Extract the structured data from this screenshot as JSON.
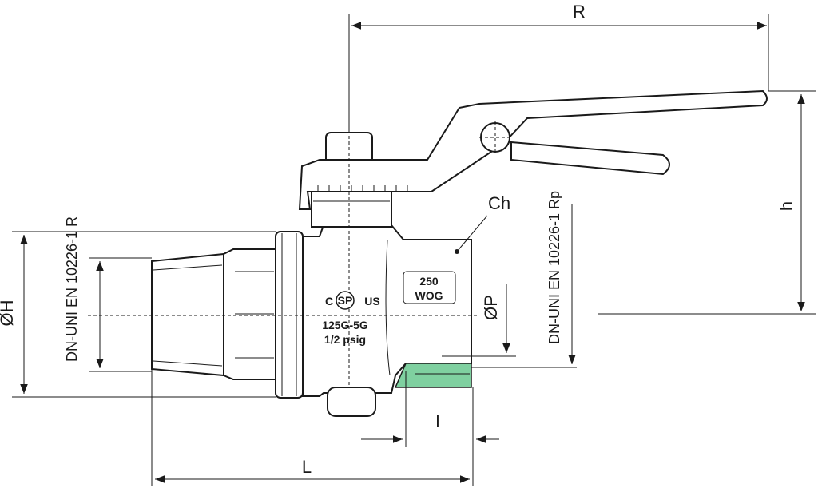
{
  "dimensions": {
    "R": "R",
    "h": "h",
    "L": "L",
    "l": "l",
    "H": "ØH",
    "P": "ØP",
    "Ch": "Ch"
  },
  "thread_standards": {
    "male": "DN-UNI EN 10226-1 R",
    "female": "DN-UNI EN 10226-1 Rp"
  },
  "body_markings": {
    "pressure_rating_line1": "250",
    "pressure_rating_line2": "WOG",
    "cert_left": "C",
    "cert_logo": "SP",
    "cert_right": "US",
    "gas_rating_line1": "125G-5G",
    "gas_rating_line2": "1/2 psig"
  },
  "colors": {
    "line": "#1a1a1a",
    "thread_highlight": "#7fd0a0"
  }
}
